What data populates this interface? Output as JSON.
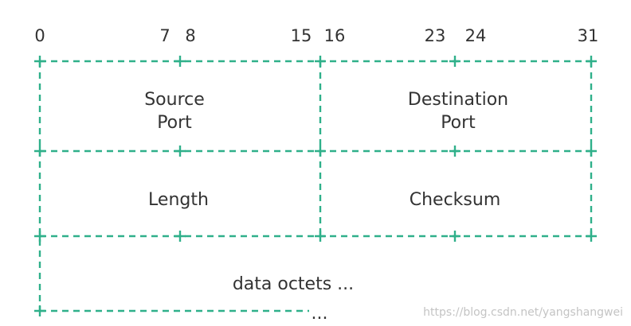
{
  "bit_labels": [
    "0",
    "7",
    "8",
    "15",
    "16",
    "23",
    "24",
    "31"
  ],
  "fields": {
    "source_port_line1": "Source",
    "source_port_line2": "Port",
    "destination_port_line1": "Destination",
    "destination_port_line2": "Port",
    "length": "Length",
    "checksum": "Checksum",
    "data_octets": "data octets ..."
  },
  "trailing_ellipsis": "...",
  "watermark": "https://blog.csdn.net/yangshangwei",
  "colors": {
    "line": "#2fb08a",
    "text": "#333333",
    "watermark": "#c4c4c4"
  }
}
